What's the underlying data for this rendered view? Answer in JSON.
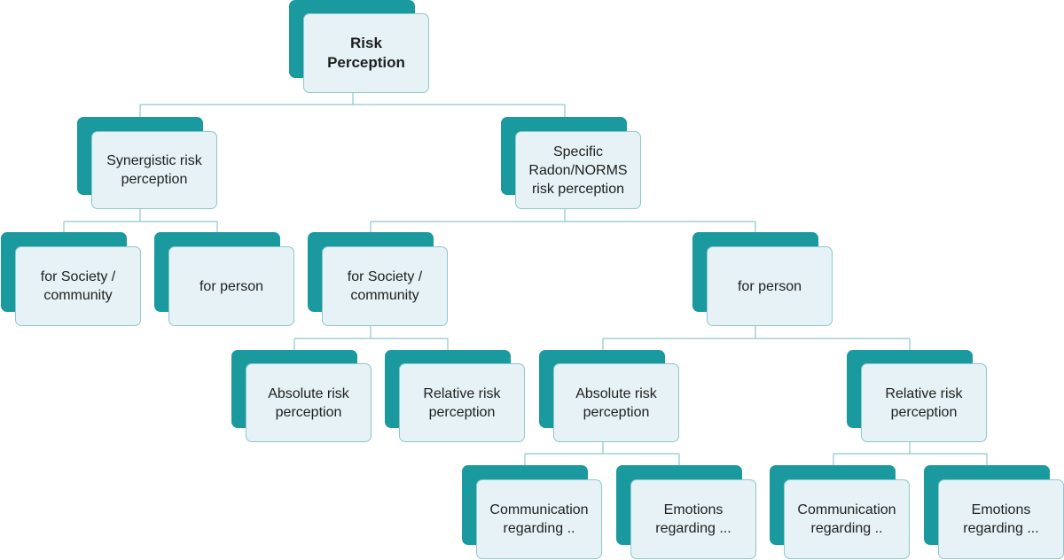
{
  "colors": {
    "back": "#1a9a9e",
    "front": "#e6f2f5",
    "border": "#8ec8cc",
    "line": "#8ec8cc"
  },
  "nodes": {
    "root": "Risk\nPerception",
    "synergistic": "Synergistic risk\nperception",
    "specific": "Specific\nRadon/NORMS\nrisk perception",
    "syn_society": "for Society /\ncommunity",
    "syn_person": "for person",
    "spec_society": "for Society /\ncommunity",
    "spec_person": "for person",
    "soc_absolute": "Absolute risk\nperception",
    "soc_relative": "Relative risk\nperception",
    "per_absolute": "Absolute risk\nperception",
    "per_relative": "Relative risk\nperception",
    "abs_communication": "Communication\nregarding ..",
    "abs_emotions": "Emotions\nregarding ...",
    "rel_communication": "Communication\nregarding ..",
    "rel_emotions": "Emotions\nregarding ..."
  }
}
